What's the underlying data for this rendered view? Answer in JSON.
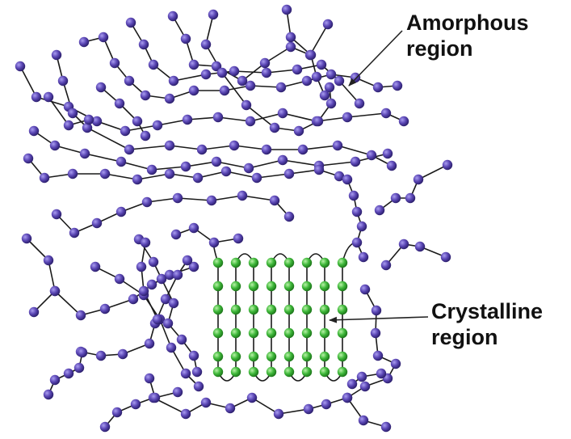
{
  "labels": {
    "amorphous": {
      "line1": "Amorphous",
      "line2": "region"
    },
    "crystalline": {
      "line1": "Crystalline",
      "line2": "region"
    }
  },
  "colors": {
    "amorphous_bead": "#5a46b4",
    "amorphous_bead_highlight": "#a99cf0",
    "crystalline_bead": "#3fb83a",
    "crystalline_bead_highlight": "#b9f2a8",
    "chain_line": "#1a1a1a",
    "arrow": "#222222",
    "background": "#ffffff"
  }
}
